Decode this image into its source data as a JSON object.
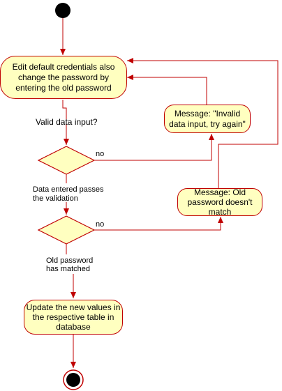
{
  "diagram": {
    "nodes": {
      "edit_credentials": "Edit default credentials also change the password by entering the old password",
      "msg_invalid": "Message: \"Invalid data input, try again\"",
      "msg_old_password": "Message: Old password doesn't match",
      "update_values": "Update the new values in the respective table in database"
    },
    "labels": {
      "valid_input": "Valid data input?",
      "no_1": "no",
      "passes_validation_1": "Data entered passes",
      "passes_validation_2": "the validation",
      "no_2": "no",
      "old_matched_1": "Old password",
      "old_matched_2": "has matched"
    }
  },
  "colors": {
    "stroke": "#c00000",
    "activity_fill": "#ffffc0",
    "node_fill": "#000000"
  }
}
